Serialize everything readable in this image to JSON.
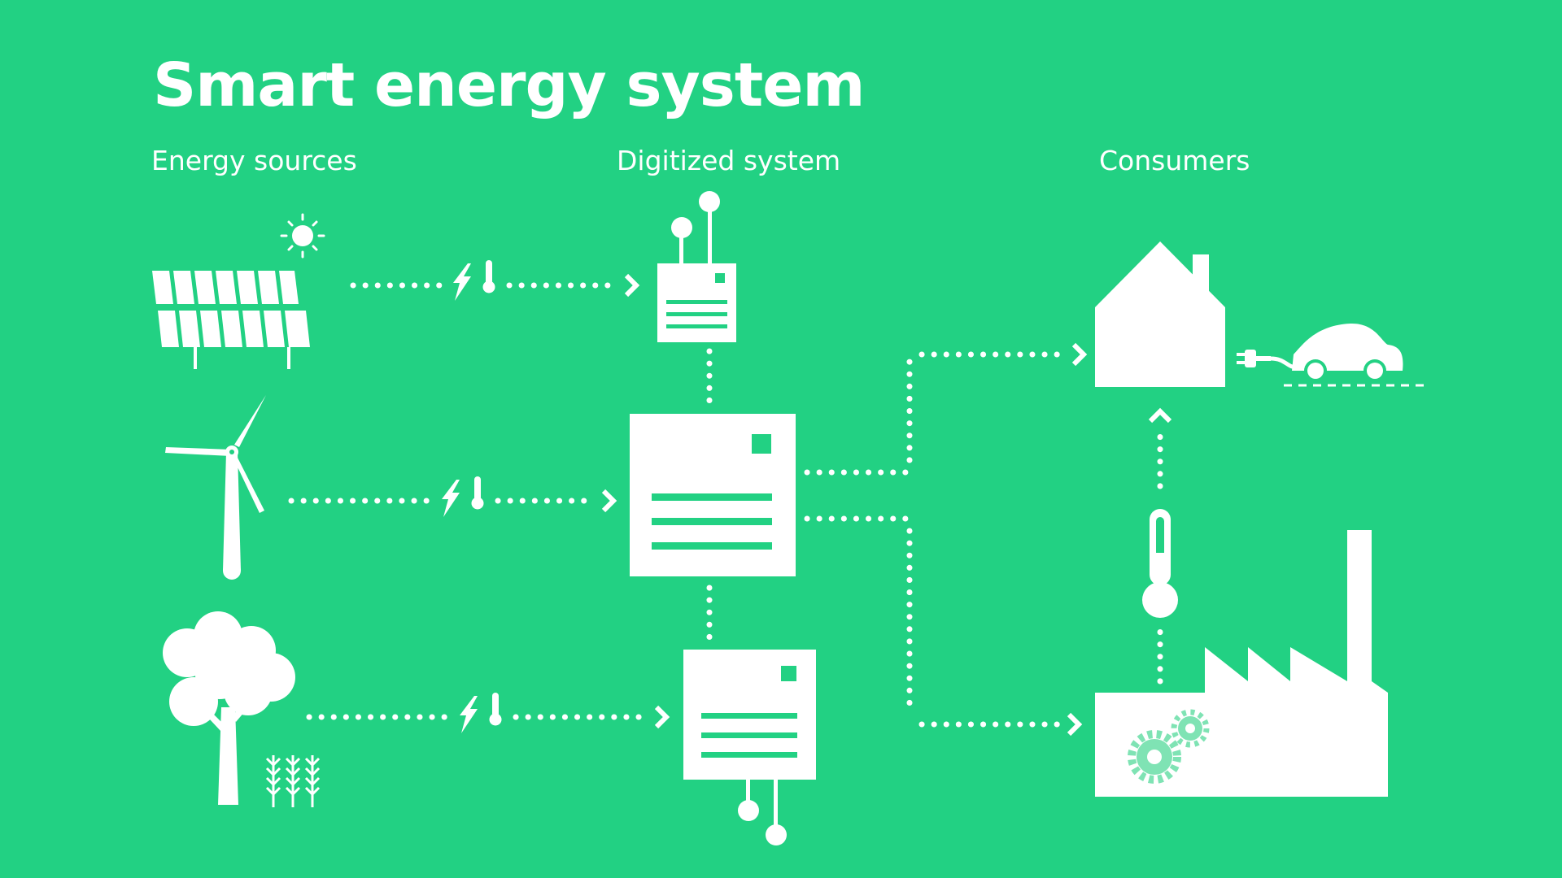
{
  "title": "Smart energy system",
  "columns": {
    "sources": "Energy sources",
    "digitized": "Digitized system",
    "consumers": "Consumers"
  },
  "colors": {
    "background": "#22D183",
    "foreground": "#ffffff",
    "gear": "#7FE3B4"
  },
  "icons": {
    "sources": [
      "solar-panel-icon",
      "sun-icon",
      "wind-turbine-icon",
      "tree-icon",
      "wheat-icon"
    ],
    "system": [
      "device-icon",
      "antenna-icon"
    ],
    "consumers": [
      "house-icon",
      "electric-car-icon",
      "factory-icon",
      "gear-icon",
      "thermometer-icon"
    ],
    "flow": [
      "lightning-icon",
      "thermometer-icon",
      "chevron-right-icon",
      "chevron-up-icon"
    ]
  }
}
